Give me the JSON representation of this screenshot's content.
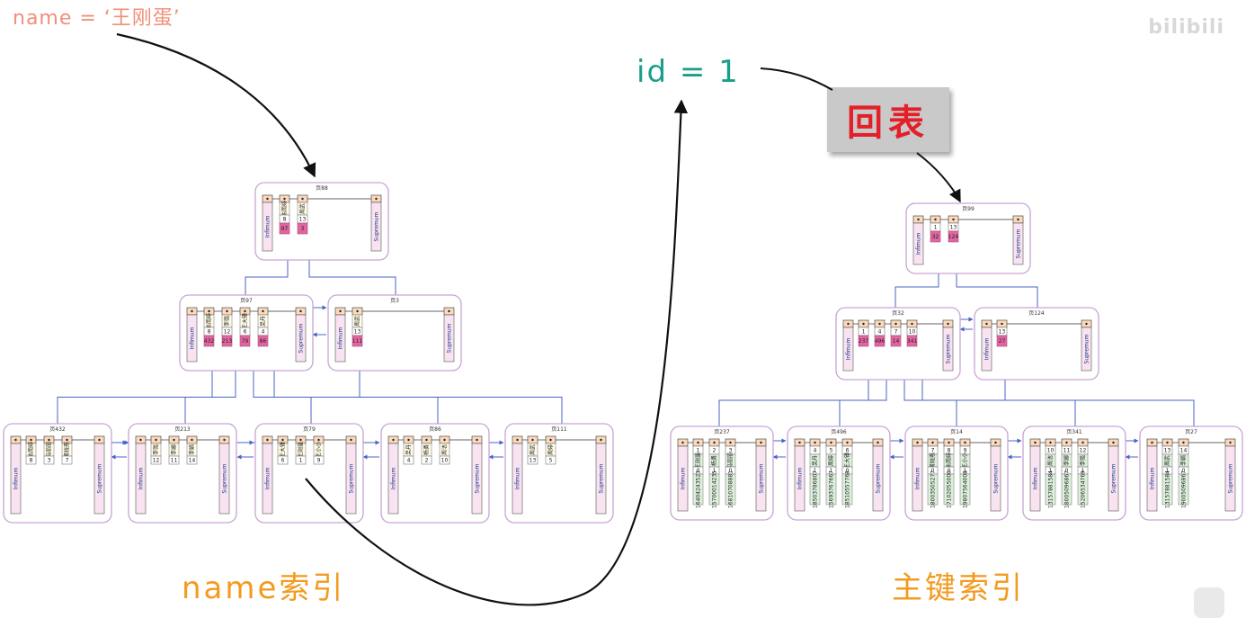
{
  "left_query": "name = ‘王刚蛋’",
  "right_query": "id = 1",
  "back_table_label": "回表",
  "caption_left": "name索引",
  "caption_right": "主键索引",
  "watermark": "bilibili",
  "colors": {
    "query_left": "#f0907a",
    "query_right": "#1a9e8a",
    "back_table_text": "#e3202a",
    "captions": "#f39a1f",
    "page_border": "#c9a3d6",
    "pointer_pink": "#e066a0",
    "link_blue": "#4a64c4"
  },
  "boundary": {
    "infimum": "Infimum",
    "supremum": "Supremum"
  },
  "name_index": {
    "root": {
      "title": "页88",
      "keys": [
        "陈雨婷",
        "周武"
      ],
      "ids": [
        "8",
        "13"
      ],
      "children": [
        "97",
        "3"
      ]
    },
    "level1": [
      {
        "title": "页97",
        "keys": [
          "陈雨婷",
          "李强",
          "王大锤",
          "吴丹"
        ],
        "ids": [
          "8",
          "12",
          "6",
          "4"
        ],
        "children": [
          "432",
          "213",
          "79",
          "86"
        ]
      },
      {
        "title": "页3",
        "keys": [
          "周武"
        ],
        "ids": [
          "13"
        ],
        "children": [
          "111"
        ]
      }
    ],
    "leaves": [
      {
        "title": "页432",
        "keys": [
          "陈雨婷",
          "冯丽丽",
          "黄晓燕"
        ],
        "ids": [
          "8",
          "3",
          "7"
        ]
      },
      {
        "title": "页213",
        "keys": [
          "李强",
          "李娜",
          "李娟"
        ],
        "ids": [
          "12",
          "11",
          "14"
        ]
      },
      {
        "title": "页79",
        "keys": [
          "王大锤",
          "王刚蛋",
          "王小小"
        ],
        "ids": [
          "6",
          "1",
          "9"
        ]
      },
      {
        "title": "页86",
        "keys": [
          "吴丹",
          "杨勇",
          "周洁"
        ],
        "ids": [
          "4",
          "2",
          "10"
        ]
      },
      {
        "title": "页111",
        "keys": [
          "周武",
          "周婷"
        ],
        "ids": [
          "13",
          "5"
        ]
      }
    ]
  },
  "primary_index": {
    "root": {
      "title": "页99",
      "ids": [
        "1",
        "13"
      ],
      "children": [
        "32",
        "124"
      ]
    },
    "level1": [
      {
        "title": "页32",
        "ids": [
          "1",
          "4",
          "7",
          "10"
        ],
        "children": [
          "237",
          "496",
          "14",
          "341"
        ]
      },
      {
        "title": "页124",
        "ids": [
          "13"
        ],
        "children": [
          "27"
        ]
      }
    ],
    "leaves": [
      {
        "title": "页237",
        "ids": [
          "1",
          "2",
          "3"
        ],
        "names": [
          "王刚蛋",
          "杨勇",
          "冯丽丽"
        ],
        "phones": [
          "16404243523",
          "15700014235",
          "16810708881"
        ],
        "flags": [
          "0",
          "1",
          "0"
        ]
      },
      {
        "title": "页496",
        "ids": [
          "4",
          "5",
          "6"
        ],
        "names": [
          "吴丹",
          "周婷",
          "王大锤"
        ],
        "phones": [
          "18503786807",
          "15693767667",
          "18510557768"
        ],
        "flags": [
          "1",
          "1",
          "0"
        ]
      },
      {
        "title": "页14",
        "ids": [
          "7",
          "8",
          "9"
        ],
        "names": [
          "黄晓燕",
          "陈雨婷",
          "王小小"
        ],
        "phones": [
          "18003505277",
          "17102055000",
          "19807564008"
        ],
        "flags": [
          "0",
          "0",
          "1"
        ]
      },
      {
        "title": "页341",
        "ids": [
          "10",
          "11",
          "12"
        ],
        "names": [
          "周洁",
          "李娜",
          "李强"
        ],
        "phones": [
          "13157881584",
          "18005096867",
          "15206534769"
        ],
        "flags": [
          "1",
          "0",
          "1"
        ]
      },
      {
        "title": "页27",
        "ids": [
          "13",
          "14"
        ],
        "names": [
          "周武",
          "李娟"
        ],
        "phones": [
          "13157881584",
          "19005096867"
        ],
        "flags": [
          "1",
          "0"
        ]
      }
    ]
  }
}
